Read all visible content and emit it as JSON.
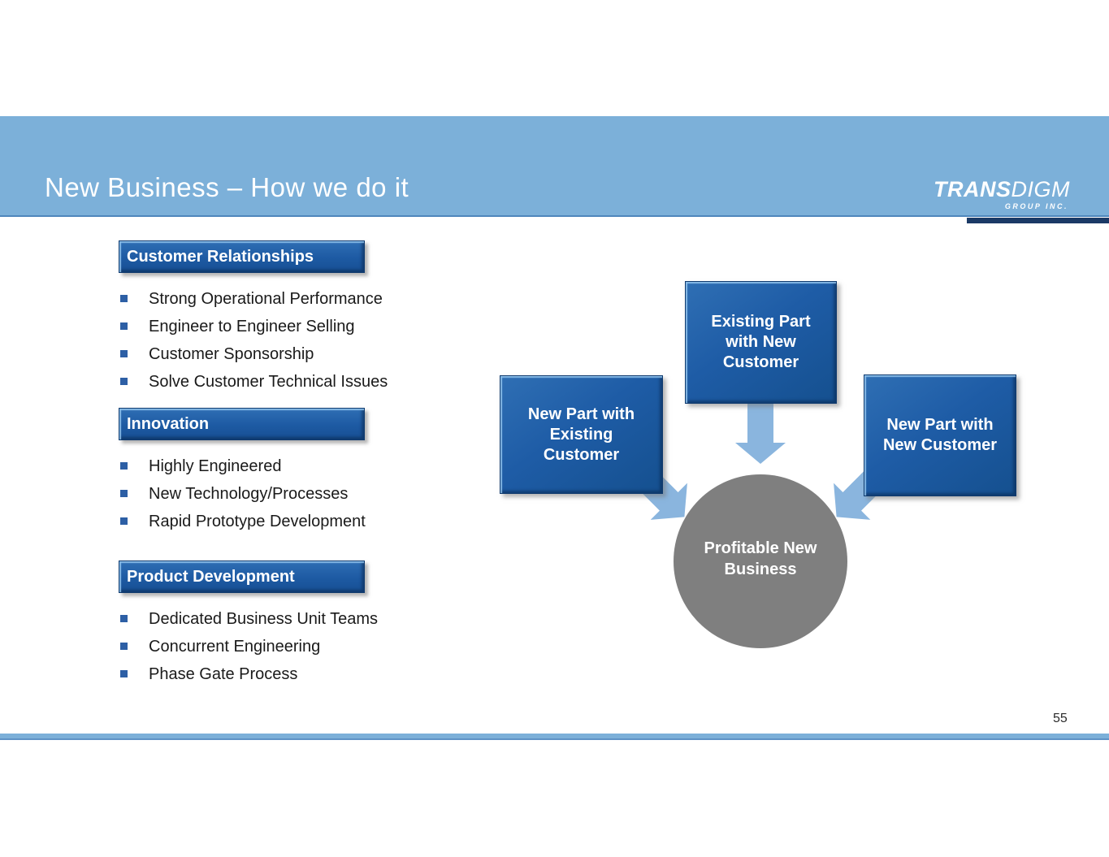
{
  "header": {
    "title": "New Business – How we do it",
    "logo": {
      "brand_bold": "TRANS",
      "brand_light": "DIGM",
      "tagline": "GROUP INC."
    }
  },
  "sections": [
    {
      "heading": "Customer Relationships",
      "bullets": [
        "Strong Operational Performance",
        "Engineer to Engineer Selling",
        "Customer Sponsorship",
        "Solve Customer Technical Issues"
      ]
    },
    {
      "heading": "Innovation",
      "bullets": [
        "Highly Engineered",
        "New Technology/Processes",
        "Rapid Prototype Development"
      ]
    },
    {
      "heading": "Product Development",
      "bullets": [
        "Dedicated Business Unit Teams",
        "Concurrent Engineering",
        "Phase Gate Process"
      ]
    }
  ],
  "diagram": {
    "top_box": "Existing Part with New Customer",
    "left_box": "New Part with Existing Customer",
    "right_box": "New Part with New Customer",
    "center_circle": "Profitable New Business"
  },
  "footer": {
    "page_number": "55"
  },
  "colors": {
    "band_blue": "#7cb0d9",
    "navy_accent": "#1b3a66",
    "box_blue": "#1e5ca6",
    "arrow_blue": "#8ab5de",
    "circle_gray": "#7f7f7f",
    "bullet_blue": "#2d5fa5"
  }
}
